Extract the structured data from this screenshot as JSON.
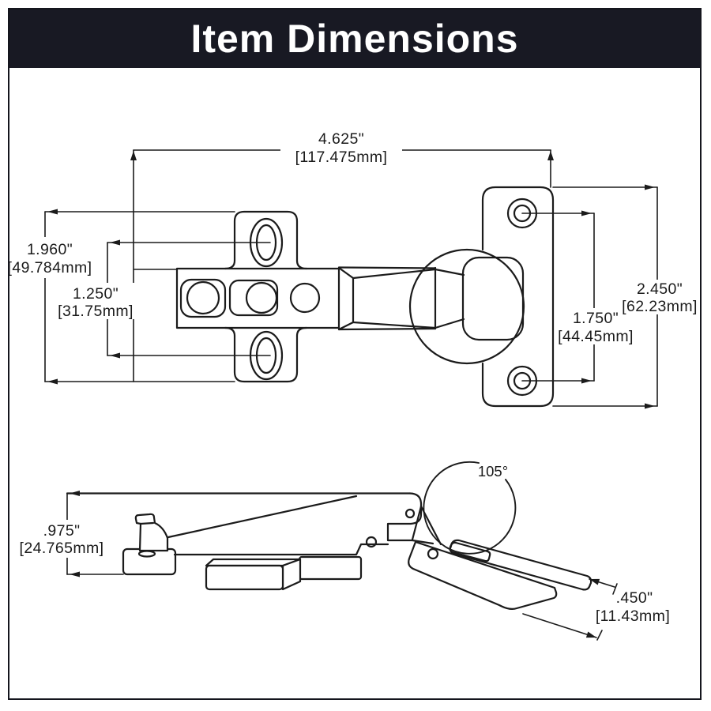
{
  "title": "Item Dimensions",
  "colors": {
    "header_bg": "#181923",
    "header_text": "#ffffff",
    "line": "#1b1b1b",
    "canvas": "#ffffff"
  },
  "top_view": {
    "overall_width_in": "4.625\"",
    "overall_width_mm": "[117.475mm]",
    "plate_height_in": "1.960\"",
    "plate_height_mm": "[49.784mm]",
    "screw_spacing_in": "1.250\"",
    "screw_spacing_mm": "[31.75mm]",
    "cup_plate_height_in": "2.450\"",
    "cup_plate_height_mm": "[62.23mm]",
    "cup_screw_spacing_in": "1.750\"",
    "cup_screw_spacing_mm": "[44.45mm]"
  },
  "side_view": {
    "opening_angle": "105°",
    "height_in": ".975\"",
    "height_mm": "[24.765mm]",
    "door_thickness_in": ".450\"",
    "door_thickness_mm": "[11.43mm]"
  }
}
